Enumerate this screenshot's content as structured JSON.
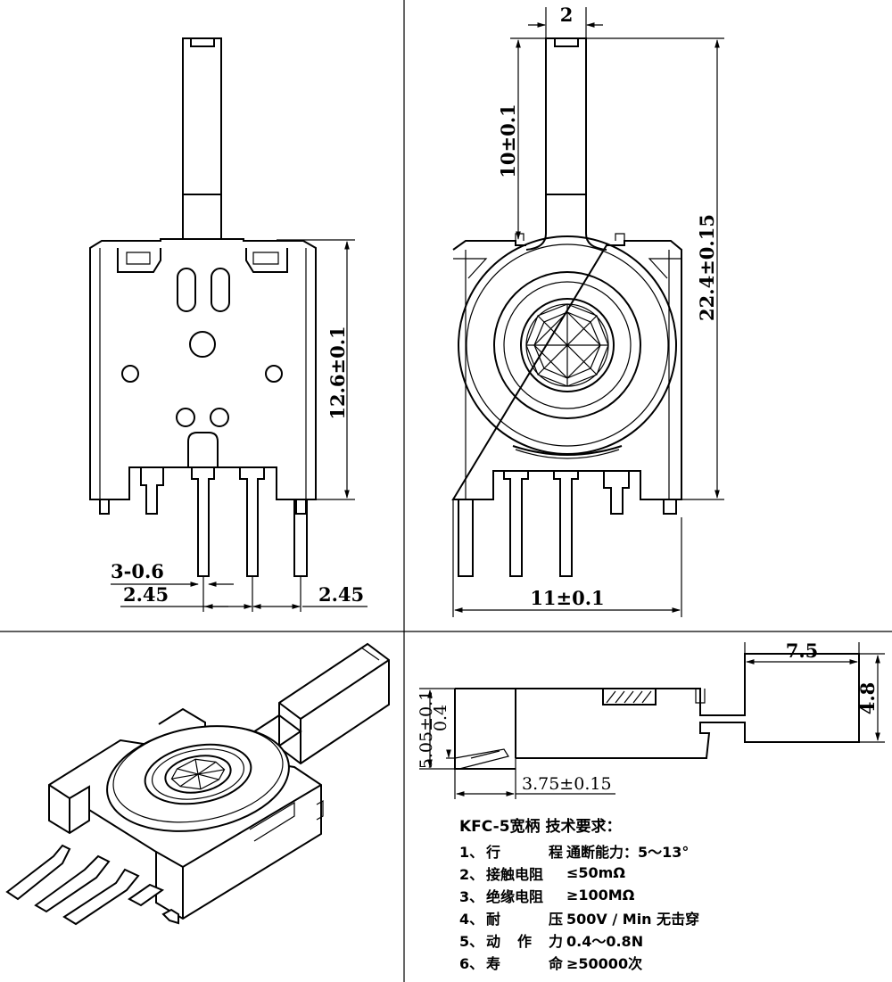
{
  "dimensions": {
    "front_pins_label": "3-0.6",
    "front_pitch_left": "2.45",
    "front_pitch_right": "2.45",
    "front_height": "12.6±0.1",
    "side_shaft_width": "2",
    "side_shaft_length": "10±0.1",
    "side_total_height": "22.4±0.15",
    "side_body_width": "11±0.1",
    "bottom_shaft_length": "7.5",
    "bottom_shaft_width": "4.8",
    "bottom_thickness": "5.05±0.1",
    "bottom_offset": "0.4",
    "bottom_pin_distance": "3.75±0.15"
  },
  "specs": {
    "title": "KFC-5宽柄 技术要求：",
    "items": [
      {
        "no": "1、",
        "label": "行 程",
        "value": "通断能力：5～13°"
      },
      {
        "no": "2、",
        "label": "接触电阻",
        "value": "≤50mΩ"
      },
      {
        "no": "3、",
        "label": "绝缘电阻",
        "value": "≥100MΩ"
      },
      {
        "no": "4、",
        "label": "耐 压",
        "value": "500V / Min  无击穿"
      },
      {
        "no": "5、",
        "label": "动 作 力",
        "value": "0.4～0.8N"
      },
      {
        "no": "6、",
        "label": "寿 命",
        "value": "≥50000次"
      }
    ]
  }
}
